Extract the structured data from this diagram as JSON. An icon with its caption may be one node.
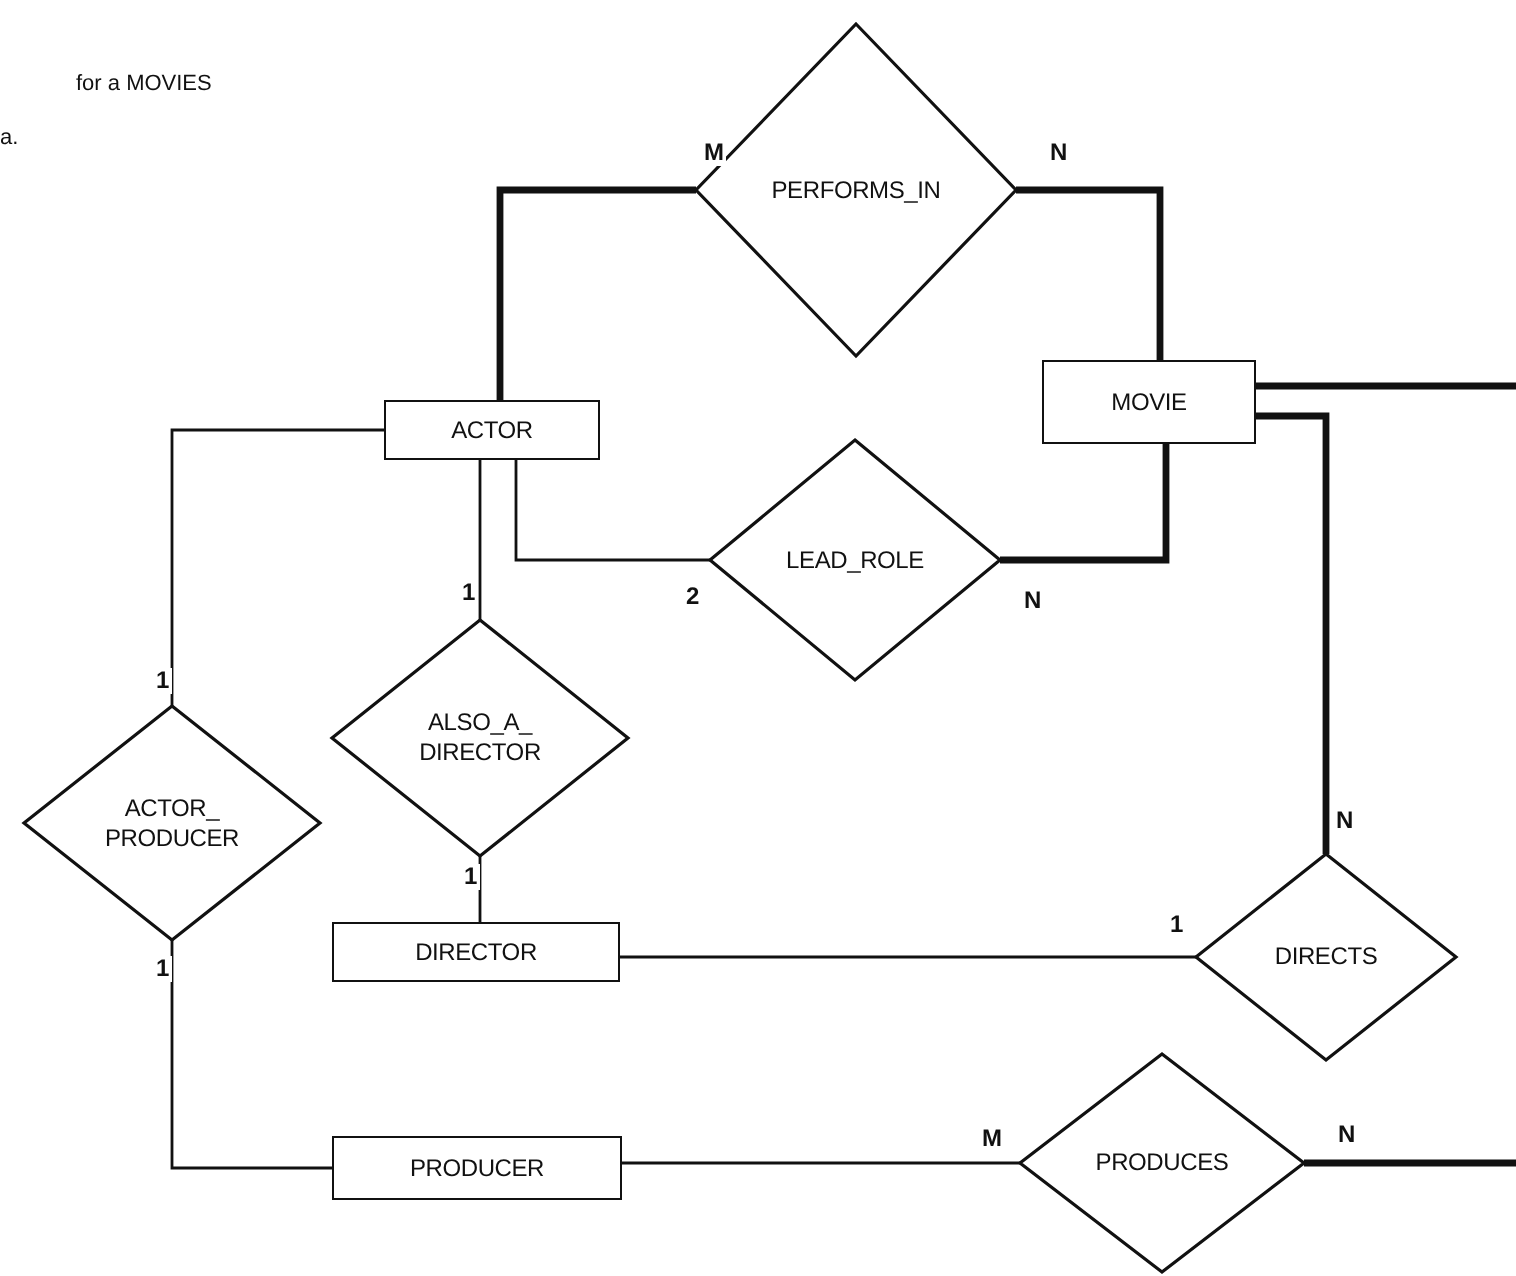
{
  "diagram": {
    "nodes": [
      {
        "text": [
          "PERFORMS_IN"
        ]
      },
      {
        "text": [
          "ACTOR"
        ]
      },
      {
        "text": [
          "MOVIE"
        ]
      },
      {
        "text": [
          "LEAD_ROLE"
        ]
      },
      {
        "text": [
          "ALSO_A_ DIRECTOR"
        ]
      },
      {
        "text": [
          "ACTOR_ PRODUCER"
        ]
      },
      {
        "text": [
          "DIRECTOR"
        ]
      },
      {
        "text": [
          "DIRECTS"
        ]
      },
      {
        "text": [
          "PRODUCER"
        ]
      },
      {
        "text": [
          "PRODUCES"
        ]
      }
    ],
    "edges": [
      {
        "from": 1,
        "to": 0,
        "arrow": "none",
        "label": "M",
        "style": "thick"
      },
      {
        "from": 0,
        "to": 2,
        "arrow": "none",
        "label": "N",
        "style": "thick"
      },
      {
        "from": 1,
        "to": 3,
        "arrow": "none",
        "label": "2"
      },
      {
        "from": 3,
        "to": 2,
        "arrow": "none",
        "label": "N",
        "style": "thick"
      },
      {
        "from": 1,
        "to": 4,
        "arrow": "none",
        "label": "1"
      },
      {
        "from": 4,
        "to": 6,
        "arrow": "none",
        "label": "1"
      },
      {
        "from": 1,
        "to": 5,
        "arrow": "none",
        "label": "1"
      },
      {
        "from": 5,
        "to": 8,
        "arrow": "none",
        "label": "1"
      },
      {
        "from": 6,
        "to": 7,
        "arrow": "none",
        "label": "1"
      },
      {
        "from": 7,
        "to": 2,
        "arrow": "none",
        "label": "N",
        "style": "thick"
      },
      {
        "from": 8,
        "to": 9,
        "arrow": "none",
        "label": "M"
      },
      {
        "from": 9,
        "to": null,
        "arrow": "none",
        "label": "N",
        "style": "thick"
      },
      {
        "from": 2,
        "to": null,
        "arrow": "none",
        "style": "thick"
      }
    ],
    "labels": [
      "for a MOVIES",
      "a."
    ]
  }
}
